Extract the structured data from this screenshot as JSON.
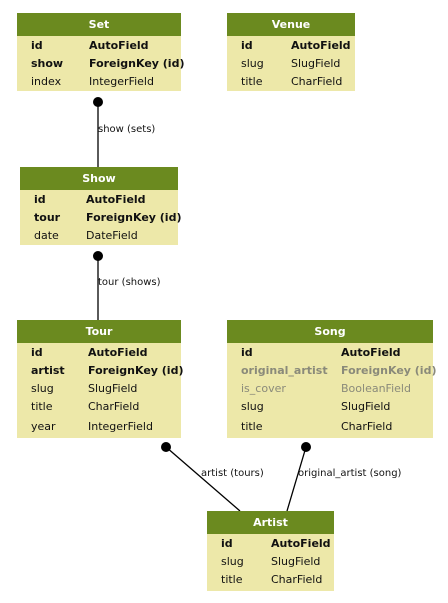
{
  "colors": {
    "header": "#6b8a1f",
    "body": "#ede8a9",
    "edge": "#000000",
    "muted": "#8a8a7a"
  },
  "entities": {
    "set": {
      "title": "Set",
      "fields": [
        {
          "name": "id",
          "type": "AutoField"
        },
        {
          "name": "show",
          "type": "ForeignKey (id)"
        },
        {
          "name": "index",
          "type": "IntegerField"
        }
      ]
    },
    "venue": {
      "title": "Venue",
      "fields": [
        {
          "name": "id",
          "type": "AutoField"
        },
        {
          "name": "slug",
          "type": "SlugField"
        },
        {
          "name": "title",
          "type": "CharField"
        }
      ]
    },
    "show": {
      "title": "Show",
      "fields": [
        {
          "name": "id",
          "type": "AutoField"
        },
        {
          "name": "tour",
          "type": "ForeignKey (id)"
        },
        {
          "name": "date",
          "type": "DateField"
        }
      ]
    },
    "tour": {
      "title": "Tour",
      "fields": [
        {
          "name": "id",
          "type": "AutoField"
        },
        {
          "name": "artist",
          "type": "ForeignKey (id)"
        },
        {
          "name": "slug",
          "type": "SlugField"
        },
        {
          "name": "title",
          "type": "CharField"
        },
        {
          "name": "year",
          "type": "IntegerField"
        }
      ]
    },
    "song": {
      "title": "Song",
      "fields": [
        {
          "name": "id",
          "type": "AutoField"
        },
        {
          "name": "original_artist",
          "type": "ForeignKey (id)"
        },
        {
          "name": "is_cover",
          "type": "BooleanField"
        },
        {
          "name": "slug",
          "type": "SlugField"
        },
        {
          "name": "title",
          "type": "CharField"
        }
      ]
    },
    "artist": {
      "title": "Artist",
      "fields": [
        {
          "name": "id",
          "type": "AutoField"
        },
        {
          "name": "slug",
          "type": "SlugField"
        },
        {
          "name": "title",
          "type": "CharField"
        }
      ]
    }
  },
  "relations": {
    "set_show": "show (sets)",
    "show_tour": "tour (shows)",
    "tour_artist": "artist (tours)",
    "song_artist": "original_artist (song)"
  }
}
